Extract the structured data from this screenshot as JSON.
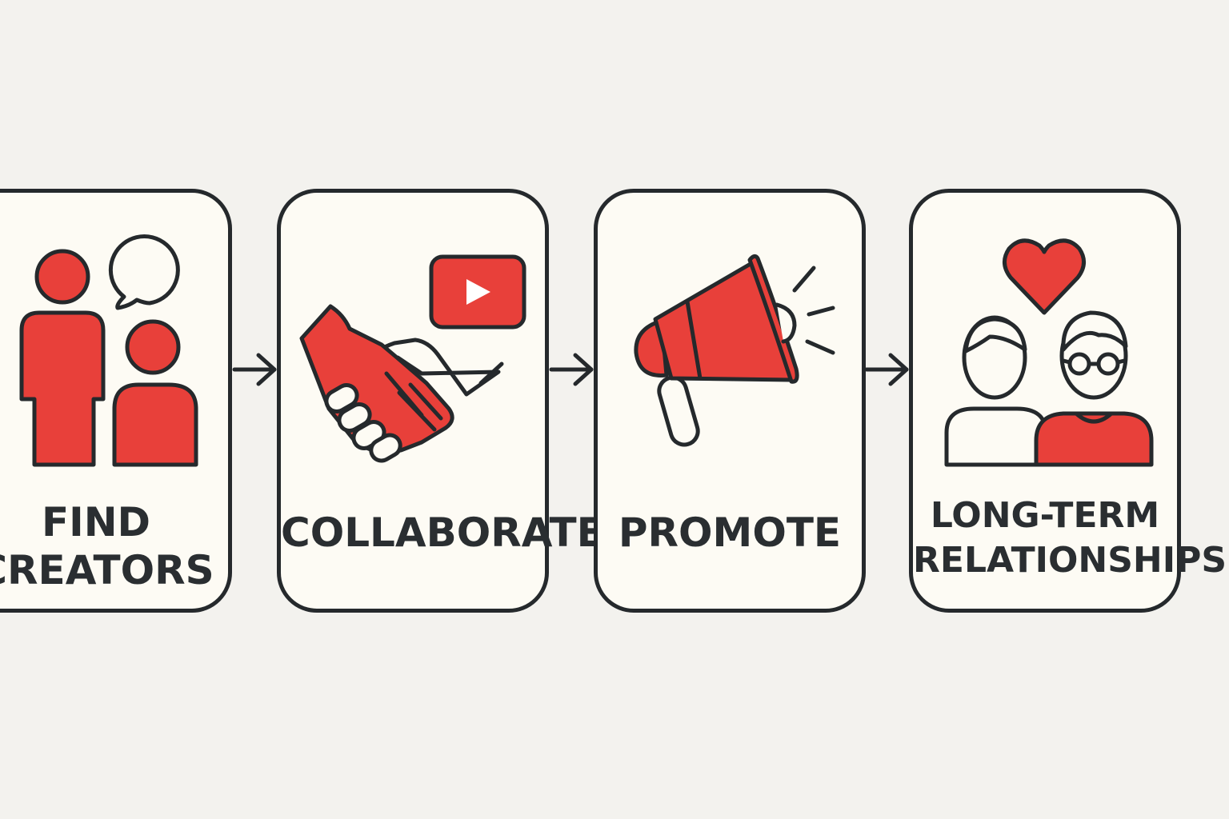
{
  "colors": {
    "accent": "#e8403a",
    "outline": "#25292c",
    "card_fill": "#fdfbf4",
    "background": "#f3f2ee"
  },
  "steps": [
    {
      "lines": [
        "FIND",
        "CREATORS"
      ],
      "icon": "people-with-speech-bubble-icon"
    },
    {
      "lines": [
        "COLLABORATE"
      ],
      "icon": "handshake-with-video-play-icon"
    },
    {
      "lines": [
        "PROMOTE"
      ],
      "icon": "megaphone-icon"
    },
    {
      "lines": [
        "LONG-TERM",
        "RELATIONSHIPS"
      ],
      "icon": "two-people-with-heart-icon"
    }
  ]
}
